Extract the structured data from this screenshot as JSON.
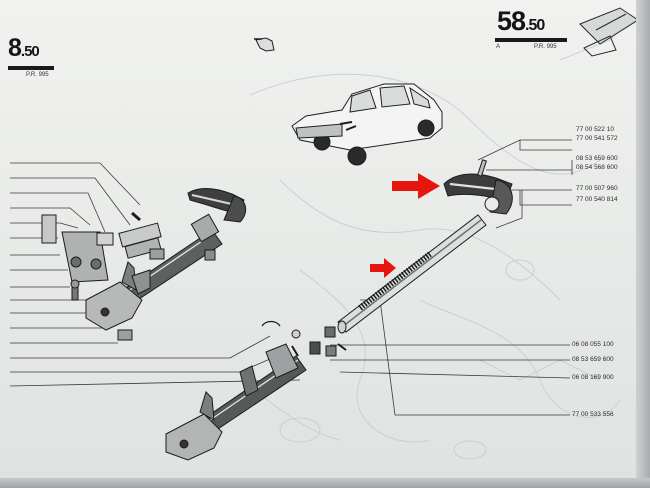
{
  "header": {
    "left_page": {
      "number_main": "8",
      "number_decimal": ".50",
      "sub": "P.R. 995"
    },
    "right_page": {
      "number_main": "58",
      "number_decimal": ".50",
      "letter": "A",
      "sub": "P.R. 995"
    }
  },
  "right_refs": {
    "group1": [
      "77 00 522 10",
      "77 00 541 572"
    ],
    "group2": [
      "08 53 659 600",
      "08 54 568 600"
    ],
    "group3": [
      "77 00 507 960",
      "77 00 540 814"
    ],
    "single": [
      "06 08 055 100",
      "08 53 659 600",
      "06 08 169 900",
      "77 00 533 556"
    ]
  },
  "annotations": {
    "arrow_color": "#e8150f",
    "arrows": [
      "red-arrow-handle",
      "red-arrow-rod"
    ]
  },
  "illustration": {
    "subject": "car-icon",
    "pointer": "pointing-hand-icon"
  }
}
